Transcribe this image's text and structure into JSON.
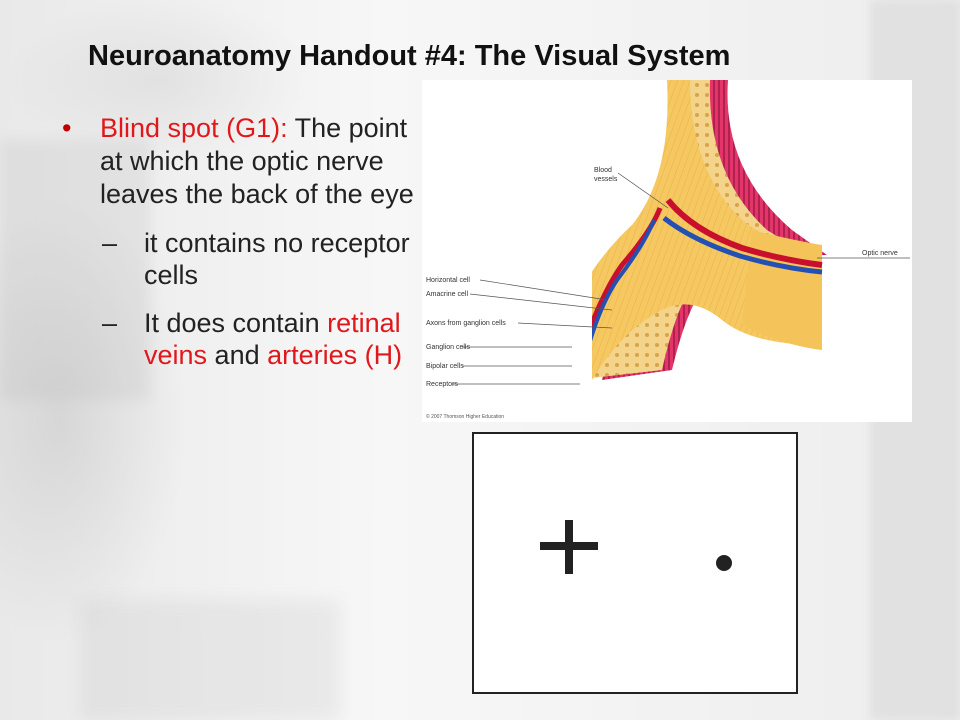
{
  "title": "Neuroanatomy Handout #4:  The Visual System",
  "bullet": {
    "marker": "•",
    "red_text": "Blind spot (G1):",
    "text": "The point at which the optic nerve leaves the back of the eye"
  },
  "sub1": {
    "marker": "–",
    "text": "it contains no receptor cells"
  },
  "sub2": {
    "marker": "–",
    "text_before": "It does contain",
    "red1": "retinal veins",
    "and": "and",
    "red2": "arteries (H)"
  },
  "figure": {
    "labels": {
      "blood_vessels_1": "Blood",
      "blood_vessels_2": "vessels",
      "optic_nerve": "Optic nerve",
      "horizontal_cell": "Horizontal cell",
      "amacrine_cell": "Amacrine cell",
      "axons": "Axons from ganglion cells",
      "ganglion_cells": "Ganglion cells",
      "bipolar_cells": "Bipolar cells",
      "receptors": "Receptors"
    },
    "copyright": "© 2007 Thomson Higher Education"
  },
  "colors": {
    "red": "#e0181c",
    "text": "#222222",
    "nerve": "#f5c65a",
    "artery": "#c8102e",
    "vein": "#2450b4"
  }
}
